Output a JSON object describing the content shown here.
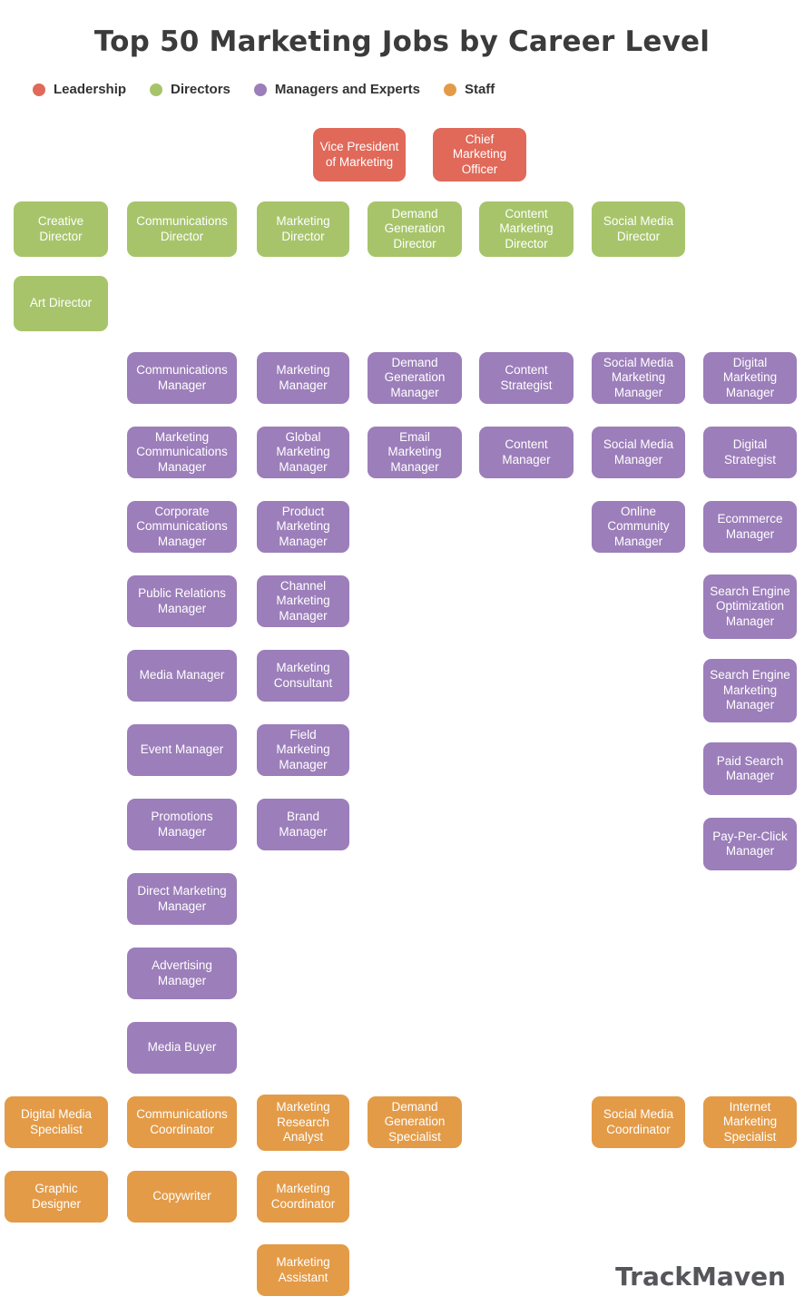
{
  "title": "Top 50 Marketing Jobs by Career Level",
  "legend": [
    {
      "label": "Leadership",
      "color": "#e0695a"
    },
    {
      "label": "Directors",
      "color": "#a7c46b"
    },
    {
      "label": "Managers and Experts",
      "color": "#9c7eba"
    },
    {
      "label": "Staff",
      "color": "#e39b48"
    }
  ],
  "footer": {
    "brand": "TrackMaven"
  },
  "jobs": [
    {
      "label": "Vice President of Marketing",
      "level": "Leadership"
    },
    {
      "label": "Chief Marketing Officer",
      "level": "Leadership"
    },
    {
      "label": "Creative Director",
      "level": "Directors"
    },
    {
      "label": "Communications Director",
      "level": "Directors"
    },
    {
      "label": "Marketing Director",
      "level": "Directors"
    },
    {
      "label": "Demand Generation Director",
      "level": "Directors"
    },
    {
      "label": "Content Marketing Director",
      "level": "Directors"
    },
    {
      "label": "Social Media Director",
      "level": "Directors"
    },
    {
      "label": "Art Director",
      "level": "Directors"
    },
    {
      "label": "Communications Manager",
      "level": "Managers and Experts"
    },
    {
      "label": "Marketing Manager",
      "level": "Managers and Experts"
    },
    {
      "label": "Demand Generation Manager",
      "level": "Managers and Experts"
    },
    {
      "label": "Content Strategist",
      "level": "Managers and Experts"
    },
    {
      "label": "Social Media Marketing Manager",
      "level": "Managers and Experts"
    },
    {
      "label": "Digital Marketing Manager",
      "level": "Managers and Experts"
    },
    {
      "label": "Marketing Communications Manager",
      "level": "Managers and Experts"
    },
    {
      "label": "Global Marketing Manager",
      "level": "Managers and Experts"
    },
    {
      "label": "Email Marketing Manager",
      "level": "Managers and Experts"
    },
    {
      "label": "Content Manager",
      "level": "Managers and Experts"
    },
    {
      "label": "Social Media Manager",
      "level": "Managers and Experts"
    },
    {
      "label": "Digital Strategist",
      "level": "Managers and Experts"
    },
    {
      "label": "Corporate Communications Manager",
      "level": "Managers and Experts"
    },
    {
      "label": "Product Marketing Manager",
      "level": "Managers and Experts"
    },
    {
      "label": "Online Community Manager",
      "level": "Managers and Experts"
    },
    {
      "label": "Ecommerce Manager",
      "level": "Managers and Experts"
    },
    {
      "label": "Public Relations Manager",
      "level": "Managers and Experts"
    },
    {
      "label": "Channel Marketing Manager",
      "level": "Managers and Experts"
    },
    {
      "label": "Search Engine Optimization Manager",
      "level": "Managers and Experts"
    },
    {
      "label": "Media Manager",
      "level": "Managers and Experts"
    },
    {
      "label": "Marketing Consultant",
      "level": "Managers and Experts"
    },
    {
      "label": "Search Engine Marketing Manager",
      "level": "Managers and Experts"
    },
    {
      "label": "Event Manager",
      "level": "Managers and Experts"
    },
    {
      "label": "Field Marketing Manager",
      "level": "Managers and Experts"
    },
    {
      "label": "Paid Search Manager",
      "level": "Managers and Experts"
    },
    {
      "label": "Promotions Manager",
      "level": "Managers and Experts"
    },
    {
      "label": "Brand Manager",
      "level": "Managers and Experts"
    },
    {
      "label": "Pay-Per-Click Manager",
      "level": "Managers and Experts"
    },
    {
      "label": "Direct Marketing Manager",
      "level": "Managers and Experts"
    },
    {
      "label": "Advertising Manager",
      "level": "Managers and Experts"
    },
    {
      "label": "Media Buyer",
      "level": "Managers and Experts"
    },
    {
      "label": "Digital Media Specialist",
      "level": "Staff"
    },
    {
      "label": "Communications Coordinator",
      "level": "Staff"
    },
    {
      "label": "Marketing Research Analyst",
      "level": "Staff"
    },
    {
      "label": "Demand Generation Specialist",
      "level": "Staff"
    },
    {
      "label": "Social Media Coordinator",
      "level": "Staff"
    },
    {
      "label": "Internet Marketing Specialist",
      "level": "Staff"
    },
    {
      "label": "Graphic Designer",
      "level": "Staff"
    },
    {
      "label": "Copywriter",
      "level": "Staff"
    },
    {
      "label": "Marketing Coordinator",
      "level": "Staff"
    },
    {
      "label": "Marketing Assistant",
      "level": "Staff"
    }
  ]
}
